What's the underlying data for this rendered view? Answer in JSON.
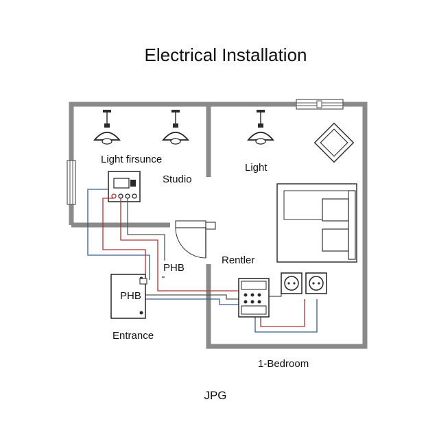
{
  "title": "Electrical Installation",
  "footer": "JPG",
  "rooms": {
    "light_firsunce": "Light firsunce",
    "studio": "Studio",
    "light": "Light",
    "rentler": "Rentler",
    "phb_upper": "PHB",
    "phb_panel": "PHB",
    "entrance": "Entrance",
    "bedroom": "1-Bedroom"
  },
  "colors": {
    "wall": "#8a8a8a",
    "wire_red": "#b03030",
    "wire_blue": "#3a5a8c",
    "wire_gray": "#555555"
  },
  "icons": [
    "pendant-lamp-icon",
    "wall-lamp-icon",
    "socket-icon",
    "sofa-icon",
    "window-icon",
    "door-icon"
  ]
}
